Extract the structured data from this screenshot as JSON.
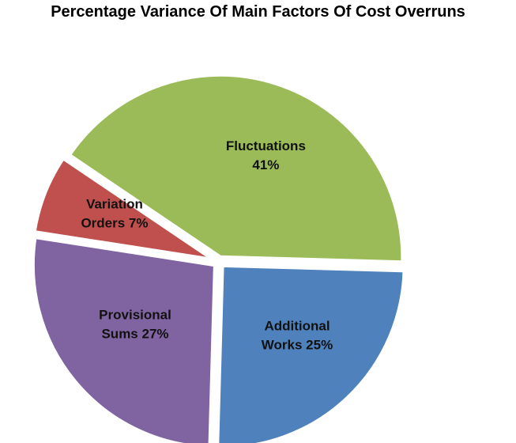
{
  "chart_data": {
    "type": "pie",
    "title": "Percentage Variance Of Main Factors Of Cost Overruns",
    "slices": [
      {
        "label_lines": [
          "Fluctuations",
          "41%"
        ],
        "value": 41,
        "color": "#9bbb59"
      },
      {
        "label_lines": [
          "Additional",
          "Works 25%"
        ],
        "value": 25,
        "color": "#4f81bd"
      },
      {
        "label_lines": [
          "Provisional",
          "Sums 27%"
        ],
        "value": 27,
        "color": "#8064a2"
      },
      {
        "label_lines": [
          "Variation",
          "Orders 7%"
        ],
        "value": 7,
        "color": "#c0504d"
      }
    ],
    "legend": "none",
    "labels_inside": true
  }
}
